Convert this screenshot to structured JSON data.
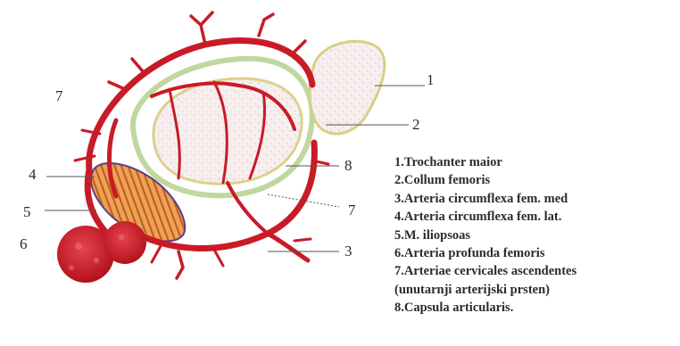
{
  "diagram": {
    "callouts": [
      "1",
      "2",
      "7",
      "8",
      "4",
      "5",
      "7",
      "3",
      "6"
    ],
    "legend": [
      "1.Trochanter maior",
      "2.Collum femoris",
      "3.Arteria circumflexa fem. med",
      "4.Arteria circumflexa fem. lat.",
      "5.M. iliopsoas",
      "6.Arteria profunda femoris",
      "7.Arteriae cervicales ascendentes",
      "(unutarnji arterijski prsten)",
      "8.Capsula articularis."
    ]
  },
  "colors": {
    "artery": "#c81b27",
    "artery_dark": "#9e1219",
    "capsule": "#cfe0a6",
    "bone_fill": "#f6ecec",
    "bone_outline": "#d8cf86",
    "muscle_fill": "#e89a4a",
    "muscle_stripe": "#b4541b",
    "muscle_outline": "#5b3e86"
  }
}
